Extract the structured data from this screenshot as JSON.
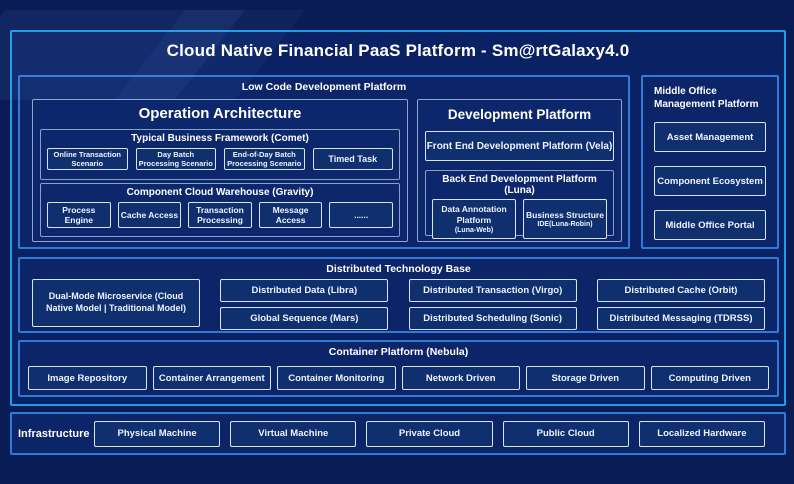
{
  "title": "Cloud Native Financial PaaS Platform - Sm@rtGalaxy4.0",
  "low_code": {
    "title": "Low Code Development Platform",
    "operation_architecture": {
      "title": "Operation Architecture",
      "comet": {
        "title": "Typical Business Framework (Comet)",
        "items": [
          "Online Transaction Scenario",
          "Day Batch Processing Scenario",
          "End-of-Day Batch Processing Scenario",
          "Timed Task"
        ]
      },
      "gravity": {
        "title": "Component Cloud Warehouse (Gravity)",
        "items": [
          "Process Engine",
          "Cache Access",
          "Transaction Processing",
          "Message Access",
          "......"
        ]
      }
    },
    "development_platform": {
      "title": "Development Platform",
      "front_end": "Front End Development Platform (Vela)",
      "back_end": {
        "title": "Back End Development Platform (Luna)",
        "items": [
          {
            "title": "Data Annotation Platform",
            "sub": "(Luna-Web)"
          },
          {
            "title": "Business Structure",
            "sub": "IDE(Luna-Robin)"
          }
        ]
      }
    }
  },
  "middle_office": {
    "title": "Middle Office Management Platform",
    "items": [
      "Asset Management",
      "Component Ecosystem",
      "Middle Office Portal"
    ]
  },
  "distributed": {
    "title": "Distributed Technology Base",
    "dual_mode": "Dual-Mode Microservice (Cloud Native Model | Traditional Model)",
    "items": [
      "Distributed Data (Libra)",
      "Global Sequence (Mars)",
      "Distributed Transaction (Virgo)",
      "Distributed Scheduling (Sonic)",
      "Distributed Cache (Orbit)",
      "Distributed Messaging (TDRSS)"
    ]
  },
  "container_platform": {
    "title": "Container Platform (Nebula)",
    "items": [
      "Image Repository",
      "Container Arrangement",
      "Container Monitoring",
      "Network Driven",
      "Storage Driven",
      "Computing Driven"
    ]
  },
  "infrastructure": {
    "title": "Infrastructure",
    "items": [
      "Physical Machine",
      "Virtual Machine",
      "Private Cloud",
      "Public Cloud",
      "Localized Hardware"
    ]
  },
  "colors": {
    "page_background": "#0a1c55",
    "outer_border": "#1f9ce9",
    "section_border": "#2e7bd9",
    "leaf_border": "#d9e3f4",
    "leaf_fill": "#0f2f6e",
    "text": "#ffffff"
  }
}
